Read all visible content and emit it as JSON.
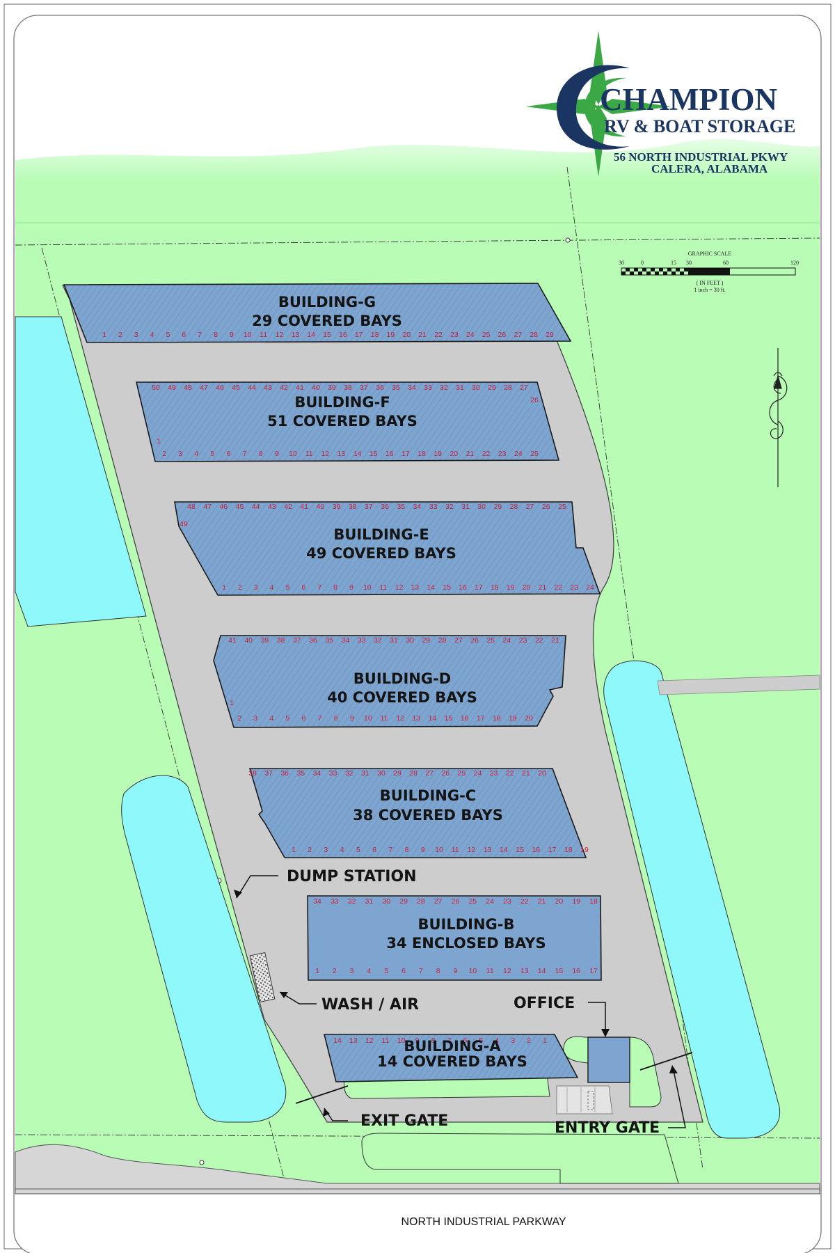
{
  "logo": {
    "name": "CHAMPION",
    "subtitle": "RV & BOAT STORAGE",
    "address_line1": "56 NORTH INDUSTRIAL PKWY",
    "address_line2": "CALERA, ALABAMA"
  },
  "scale": {
    "title": "GRAPHIC SCALE",
    "ticks": [
      "30",
      "0",
      "15",
      "30",
      "60",
      "120"
    ],
    "unit": "( IN FEET )",
    "ratio": "1 inch = 30 ft."
  },
  "colors": {
    "grass": "#b8fcb6",
    "grass_edge": "#9ef59c",
    "pond": "#8ef8fb",
    "lot": "#cdcdcd",
    "building": "#7ea5cf",
    "bay_number": "#cc1f3a",
    "logo_navy": "#1a3561",
    "logo_green": "#3aa845"
  },
  "buildings": [
    {
      "id": "G",
      "label": "BUILDING-G",
      "bays_label": "29 COVERED BAYS",
      "rows": [
        {
          "numbers": [
            "1",
            "2",
            "3",
            "4",
            "5",
            "6",
            "7",
            "8",
            "9",
            "10",
            "11",
            "12",
            "13",
            "14",
            "15",
            "16",
            "17",
            "18",
            "19",
            "20",
            "21",
            "22",
            "23",
            "24",
            "25",
            "26",
            "27",
            "28",
            "29"
          ]
        }
      ]
    },
    {
      "id": "F",
      "label": "BUILDING-F",
      "bays_label": "51 COVERED BAYS",
      "rows": [
        {
          "numbers": [
            "50",
            "49",
            "48",
            "47",
            "46",
            "45",
            "44",
            "43",
            "42",
            "41",
            "40",
            "39",
            "38",
            "37",
            "36",
            "35",
            "34",
            "33",
            "32",
            "31",
            "30",
            "29",
            "28",
            "27"
          ]
        },
        {
          "numbers": [
            "2",
            "3",
            "4",
            "5",
            "6",
            "7",
            "8",
            "9",
            "10",
            "11",
            "12",
            "13",
            "14",
            "15",
            "16",
            "17",
            "18",
            "19",
            "20",
            "21",
            "22",
            "23",
            "24",
            "25"
          ]
        }
      ],
      "extras": [
        "26",
        "1"
      ]
    },
    {
      "id": "E",
      "label": "BUILDING-E",
      "bays_label": "49 COVERED BAYS",
      "rows": [
        {
          "numbers": [
            "48",
            "47",
            "46",
            "45",
            "44",
            "43",
            "42",
            "41",
            "40",
            "39",
            "38",
            "37",
            "36",
            "35",
            "34",
            "33",
            "32",
            "31",
            "30",
            "29",
            "28",
            "27",
            "26",
            "25"
          ]
        },
        {
          "numbers": [
            "1",
            "2",
            "3",
            "4",
            "5",
            "6",
            "7",
            "8",
            "9",
            "10",
            "11",
            "12",
            "13",
            "14",
            "15",
            "16",
            "17",
            "18",
            "19",
            "20",
            "21",
            "22",
            "23",
            "24"
          ]
        }
      ],
      "extras": [
        "49"
      ]
    },
    {
      "id": "D",
      "label": "BUILDING-D",
      "bays_label": "40 COVERED BAYS",
      "rows": [
        {
          "numbers": [
            "41",
            "40",
            "39",
            "38",
            "37",
            "36",
            "35",
            "34",
            "33",
            "32",
            "31",
            "30",
            "29",
            "28",
            "27",
            "26",
            "25",
            "24",
            "23",
            "22",
            "21"
          ]
        },
        {
          "numbers": [
            "2",
            "3",
            "4",
            "5",
            "6",
            "7",
            "8",
            "9",
            "10",
            "11",
            "12",
            "13",
            "14",
            "15",
            "16",
            "17",
            "18",
            "19",
            "20"
          ]
        }
      ],
      "extras": [
        "1"
      ]
    },
    {
      "id": "C",
      "label": "BUILDING-C",
      "bays_label": "38 COVERED BAYS",
      "rows": [
        {
          "numbers": [
            "38",
            "37",
            "36",
            "35",
            "34",
            "33",
            "32",
            "31",
            "30",
            "29",
            "28",
            "27",
            "26",
            "25",
            "24",
            "23",
            "22",
            "21",
            "20"
          ]
        },
        {
          "numbers": [
            "1",
            "2",
            "3",
            "4",
            "5",
            "6",
            "7",
            "8",
            "9",
            "10",
            "11",
            "12",
            "13",
            "14",
            "15",
            "16",
            "17",
            "18",
            "19"
          ]
        }
      ]
    },
    {
      "id": "B",
      "label": "BUILDING-B",
      "bays_label": "34 ENCLOSED BAYS",
      "rows": [
        {
          "numbers": [
            "34",
            "33",
            "32",
            "31",
            "30",
            "29",
            "28",
            "27",
            "26",
            "25",
            "24",
            "23",
            "22",
            "21",
            "20",
            "19",
            "18"
          ]
        },
        {
          "numbers": [
            "1",
            "2",
            "3",
            "4",
            "5",
            "6",
            "7",
            "8",
            "9",
            "10",
            "11",
            "12",
            "13",
            "14",
            "15",
            "16",
            "17"
          ]
        }
      ]
    },
    {
      "id": "A",
      "label": "BUILDING-A",
      "bays_label": "14 COVERED BAYS",
      "rows": [
        {
          "numbers": [
            "14",
            "13",
            "12",
            "11",
            "10",
            "9",
            "8",
            "7",
            "6",
            "5",
            "4",
            "3",
            "2",
            "1"
          ]
        }
      ]
    }
  ],
  "callouts": {
    "dump_station": "DUMP STATION",
    "wash_air": "WASH / AIR",
    "office": "OFFICE",
    "exit_gate": "EXIT GATE",
    "entry_gate": "ENTRY GATE"
  },
  "road": "NORTH INDUSTRIAL PARKWAY"
}
